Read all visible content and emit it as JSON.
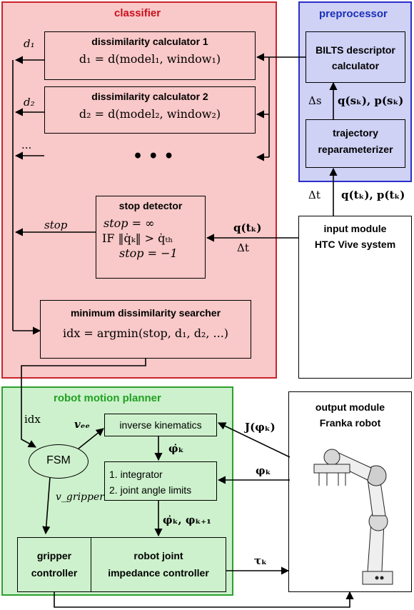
{
  "colors": {
    "classifier_bg": "#f9c8c8",
    "classifier_border": "#c8232c",
    "classifier_title": "#c8101e",
    "preprocessor_bg": "#cfd1f5",
    "preprocessor_border": "#2a2fc8",
    "preprocessor_title": "#1a2fb8",
    "planner_bg": "#cdf1cc",
    "planner_border": "#2ca02c",
    "planner_title": "#21a121"
  },
  "classifier": {
    "title": "classifier",
    "calc1": {
      "title": "dissimilarity calculator 1",
      "formula": "d₁ = d(model₁, window₁)"
    },
    "calc2": {
      "title": "dissimilarity calculator 2",
      "formula": "d₂ = d(model₂, window₂)"
    },
    "ellipsis": "• • •",
    "side_dots": "...",
    "d1_label": "d₁",
    "d2_label": "d₂",
    "stop_detector": {
      "title": "stop detector",
      "line1": "stop = ∞",
      "line2": "IF ‖q̇ₖ‖ > q̇ₜₕ",
      "line3": "stop = −1"
    },
    "stop_label": "stop",
    "qtk_label": "q(tₖ)",
    "dt_label": "Δt",
    "searcher": {
      "title": "minimum dissimilarity searcher",
      "formula": "idx = argmin(stop, d₁, d₂, ...)"
    }
  },
  "preprocessor": {
    "title": "preprocessor",
    "bilts_line1": "BILTS descriptor",
    "bilts_line2": "calculator",
    "traj_line1": "trajectory",
    "traj_line2": "reparameterizer",
    "ds_label": "Δs",
    "qs_label": "q(sₖ),  p(sₖ)",
    "dt_label": "Δt",
    "qt_label": "q(tₖ),  p(tₖ)"
  },
  "input_module": {
    "line1": "input module",
    "line2": "HTC Vive system"
  },
  "planner": {
    "title": "robot motion planner",
    "idx_label": "idx",
    "fsm": "FSM",
    "vee_label": "vₑₑ",
    "vgripper_label": "v_gripper",
    "ik": "inverse kinematics",
    "phidot_label": "φ̇ₖ",
    "integrator_line1": "1. integrator",
    "integrator_line2": "2. joint angle limits",
    "phi_next_label": "φ̇ₖ,  φₖ₊₁",
    "gripper_line1": "gripper",
    "gripper_line2": "controller",
    "impedance_line1": "robot joint",
    "impedance_line2": "impedance controller"
  },
  "output_module": {
    "line1": "output module",
    "line2": "Franka robot",
    "jacobian_label": "J(φₖ)",
    "phi_label": "φₖ",
    "tau_label": "τₖ"
  }
}
